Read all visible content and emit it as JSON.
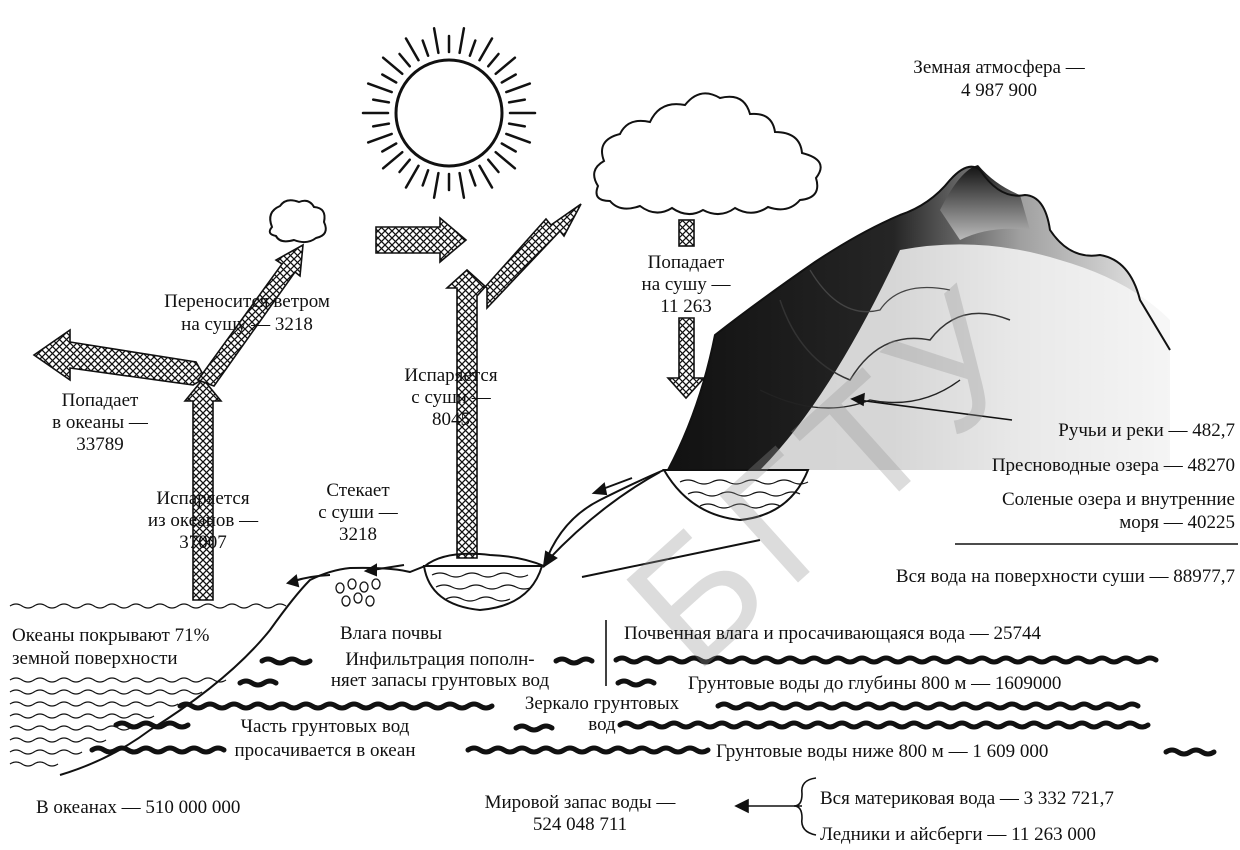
{
  "atmosphere": {
    "line1": "Земная атмосфера —",
    "line2": "4 987 900"
  },
  "wind": {
    "line1": "Переносится ветром",
    "line2": "на сушу — 3218"
  },
  "to_oceans": {
    "line1": "Попадает",
    "line2": "в океаны —",
    "line3": "33789"
  },
  "evap_ocean": {
    "line1": "Испаряется",
    "line2": "из океанов —",
    "line3": "37007"
  },
  "evap_land": {
    "line1": "Испаряется",
    "line2": "с суши —",
    "line3": "8045"
  },
  "to_land": {
    "line1": "Попадает",
    "line2": "на сушу —",
    "line3": "11 263"
  },
  "runoff": {
    "line1": "Стекает",
    "line2": "с суши —",
    "line3": "3218"
  },
  "streams": "Ручьи и реки — 482,7",
  "fresh_lakes": "Пресноводные озера — 48270",
  "salt_lakes": {
    "line1": "Соленые озера и внутренние",
    "line2": "моря — 40225"
  },
  "surface_total": "Вся вода на поверхности суши — 88977,7",
  "ocean_cover": {
    "line1": "Океаны покрывают 71%",
    "line2": "земной поверхности"
  },
  "soil_moisture": "Влага почвы",
  "infiltration": {
    "line1": "Инфильтрация пополн-",
    "line2": "няет запасы грунтовых вод"
  },
  "soil_water": "Почвенная влага и просачивающаяся вода — 25744",
  "ground_800": "Грунтовые воды до глубины 800 м — 1609000",
  "water_table": {
    "line1": "Зеркало грунтовых",
    "line2": "вод"
  },
  "seepage": {
    "line1": "Часть грунтовых вод",
    "line2": "просачивается в океан"
  },
  "ground_below": "Грунтовые воды ниже 800 м — 1 609 000",
  "in_oceans": "В океанах — 510 000 000",
  "world_supply": {
    "line1": "Мировой запас воды —",
    "line2": "524 048 711"
  },
  "continental": "Вся материковая вода — 3 332 721,7",
  "glaciers": "Ледники и айсберги — 11 263 000",
  "watermark": "БГТУ"
}
